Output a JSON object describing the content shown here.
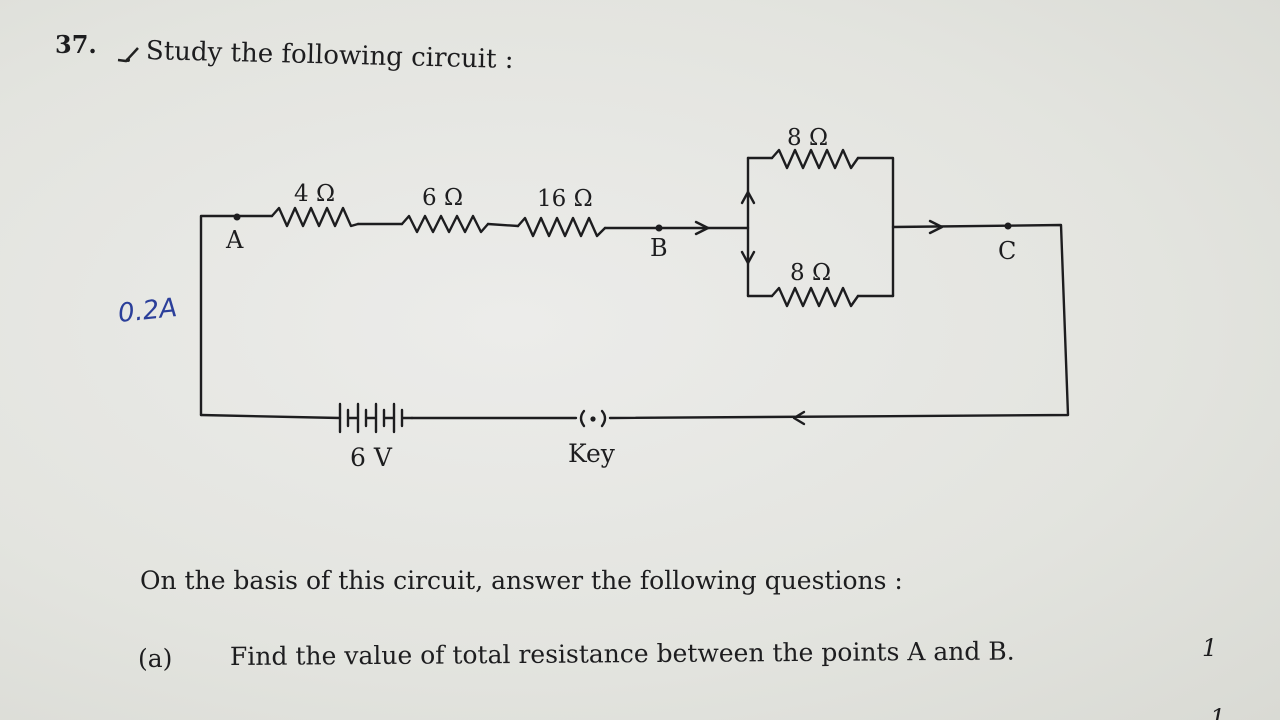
{
  "question": {
    "number": "37.",
    "intro": "Study the following circuit :"
  },
  "circuit": {
    "nodes": {
      "a": "A",
      "b": "B",
      "c": "C"
    },
    "resistors": {
      "r1": "4 Ω",
      "r2": "6 Ω",
      "r3": "16 Ω",
      "r_top": "8 Ω",
      "r_bottom": "8 Ω"
    },
    "battery_label": "6 V",
    "key_symbol": "(•)",
    "key_label": "Key"
  },
  "annotation": "0.2A",
  "instruction": "On the basis of this circuit, answer the following questions :",
  "parts": [
    {
      "label": "(a)",
      "text": "Find the value of total resistance between the points A and B.",
      "marks": "1"
    }
  ],
  "next_marks": "1"
}
